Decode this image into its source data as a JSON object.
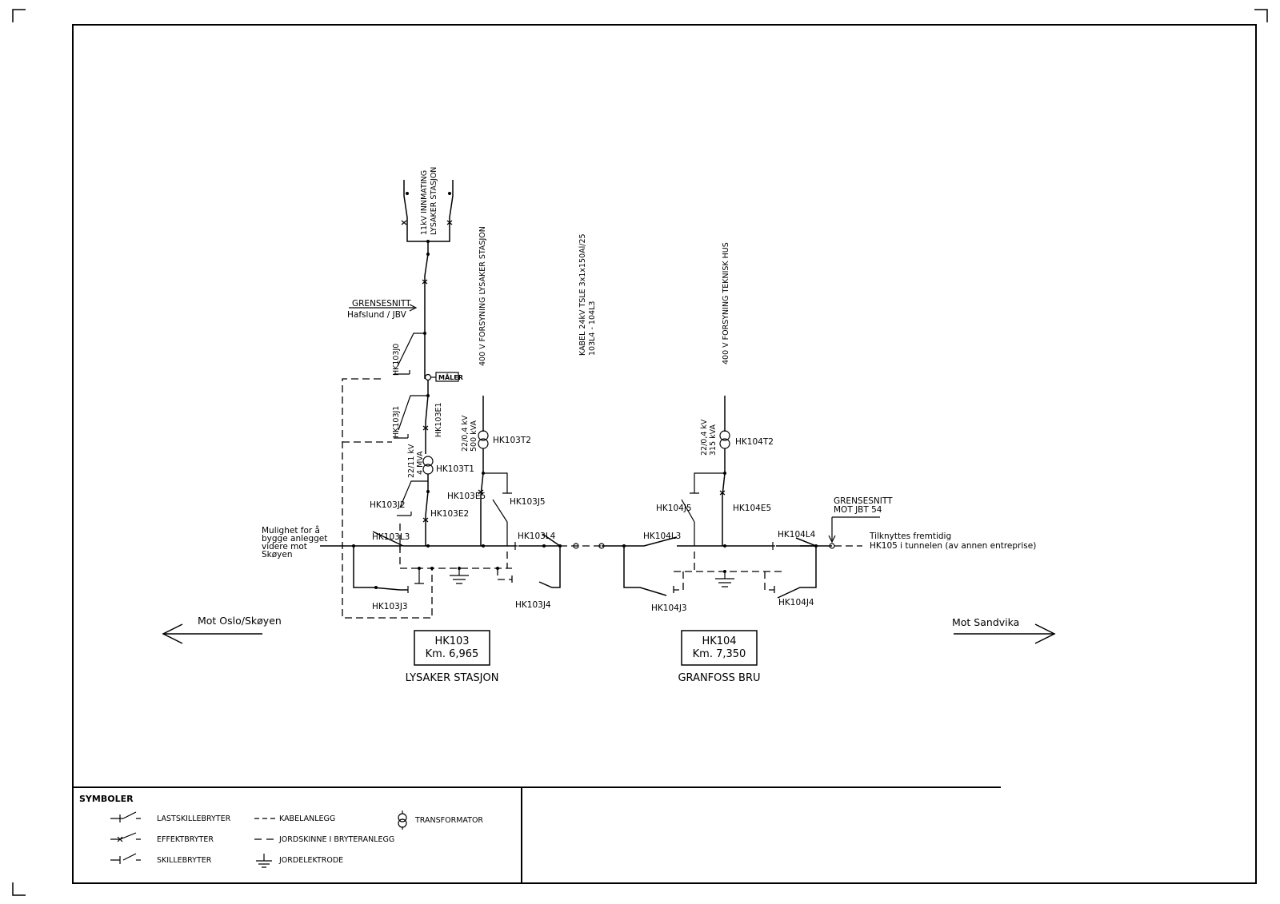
{
  "feeder": {
    "innmating_line1": "11kV INNMATING",
    "innmating_line2": "LYSAKER STASJON",
    "grensesnitt_label": "GRENSESNITT",
    "grensesnitt_sub": "Hafslund / JBV",
    "maler_label": "MÅLER"
  },
  "vertical_texts": {
    "forsyning_lysaker": "400 V FORSYNING LYSAKER STASJON",
    "kabel_line1": "KABEL  24kV TSLE 3x1x150Al/25",
    "kabel_line2": "103L4 - 104L3",
    "forsyning_teknisk": "400 V FORSYNING TEKNISK HUS"
  },
  "hk103": {
    "j0": "HK103J0",
    "j1": "HK103J1",
    "e1": "HK103E1",
    "t1_rating_line1": "22/11 kV",
    "t1_rating_line2": "4 MVA",
    "t1": "HK103T1",
    "t2_rating_line1": "22/0,4 kV",
    "t2_rating_line2": "500 kVA",
    "t2": "HK103T2",
    "j2": "HK103J2",
    "e2": "HK103E2",
    "e5": "HK103E5",
    "j5": "HK103J5",
    "l3": "HK103L3",
    "l4": "HK103L4",
    "j3": "HK103J3",
    "j4": "HK103J4",
    "box_line1": "HK103",
    "box_line2": "Km. 6,965",
    "station_name": "LYSAKER STASJON"
  },
  "hk104": {
    "t2_rating_line1": "22/0,4 kV",
    "t2_rating_line2": "315 kVA",
    "t2": "HK104T2",
    "j5": "HK104J5",
    "e5": "HK104E5",
    "l3": "HK104L3",
    "l4": "HK104L4",
    "j3": "HK104J3",
    "j4": "HK104J4",
    "box_line1": "HK104",
    "box_line2": "Km. 7,350",
    "station_name": "GRANFOSS BRU"
  },
  "notes": {
    "mulighet": [
      "Mulighet for å",
      "bygge anlegget",
      "videre mot",
      "Skøyen"
    ],
    "grensesnitt_jbt_line1": "GRENSESNITT",
    "grensesnitt_jbt_line2": "MOT JBT 54",
    "tilknyttes_line1": "Tilknyttes fremtidig",
    "tilknyttes_line2": "HK105 i tunnelen (av annen entreprise)"
  },
  "directions": {
    "left": "Mot Oslo/Skøyen",
    "right": "Mot Sandvika"
  },
  "legend": {
    "title": "SYMBOLER",
    "lastskillebryter": "LASTSKILLEBRYTER",
    "effektbryter": "EFFEKTBRYTER",
    "skillebryter": "SKILLEBRYTER",
    "kabelanlegg": "KABELANLEGG",
    "jordskinne": "JORDSKINNE I BRYTERANLEGG",
    "jordelektrode": "JORDELEKTRODE",
    "transformator": "TRANSFORMATOR"
  }
}
